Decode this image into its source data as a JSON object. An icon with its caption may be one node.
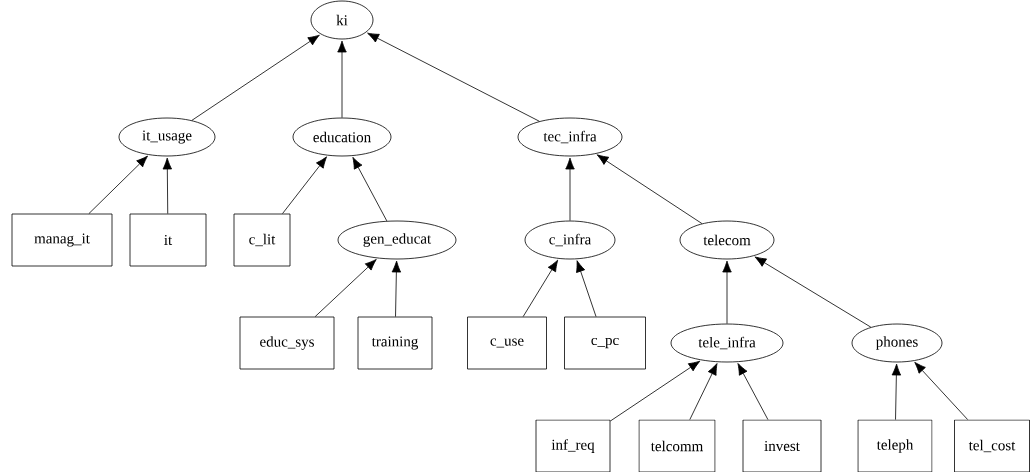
{
  "diagram": {
    "nodes": [
      {
        "text": [
          "ki"
        ]
      },
      {
        "text": [
          "it_usage"
        ]
      },
      {
        "text": [
          "education"
        ]
      },
      {
        "text": [
          "tec_infra"
        ]
      },
      {
        "text": [
          "manag_it"
        ]
      },
      {
        "text": [
          "it"
        ]
      },
      {
        "text": [
          "c_lit"
        ]
      },
      {
        "text": [
          "gen_educat"
        ]
      },
      {
        "text": [
          "c_infra"
        ]
      },
      {
        "text": [
          "telecom"
        ]
      },
      {
        "text": [
          "educ_sys"
        ]
      },
      {
        "text": [
          "training"
        ]
      },
      {
        "text": [
          "c_use"
        ]
      },
      {
        "text": [
          "c_pc"
        ]
      },
      {
        "text": [
          "tele_infra"
        ]
      },
      {
        "text": [
          "phones"
        ]
      },
      {
        "text": [
          "inf_req"
        ]
      },
      {
        "text": [
          "telcomm"
        ]
      },
      {
        "text": [
          "invest"
        ]
      },
      {
        "text": [
          "teleph"
        ]
      },
      {
        "text": [
          "tel_cost"
        ]
      }
    ],
    "edges": [
      {
        "from": 1,
        "to": 0,
        "arrow": "to"
      },
      {
        "from": 2,
        "to": 0,
        "arrow": "to"
      },
      {
        "from": 3,
        "to": 0,
        "arrow": "to"
      },
      {
        "from": 4,
        "to": 1,
        "arrow": "to"
      },
      {
        "from": 5,
        "to": 1,
        "arrow": "to"
      },
      {
        "from": 6,
        "to": 2,
        "arrow": "to"
      },
      {
        "from": 7,
        "to": 2,
        "arrow": "to"
      },
      {
        "from": 8,
        "to": 3,
        "arrow": "to"
      },
      {
        "from": 9,
        "to": 3,
        "arrow": "to"
      },
      {
        "from": 10,
        "to": 7,
        "arrow": "to"
      },
      {
        "from": 11,
        "to": 7,
        "arrow": "to"
      },
      {
        "from": 12,
        "to": 8,
        "arrow": "to"
      },
      {
        "from": 13,
        "to": 8,
        "arrow": "to"
      },
      {
        "from": 14,
        "to": 9,
        "arrow": "to"
      },
      {
        "from": 15,
        "to": 9,
        "arrow": "to"
      },
      {
        "from": 16,
        "to": 14,
        "arrow": "to"
      },
      {
        "from": 17,
        "to": 14,
        "arrow": "to"
      },
      {
        "from": 18,
        "to": 14,
        "arrow": "to"
      },
      {
        "from": 19,
        "to": 15,
        "arrow": "to"
      },
      {
        "from": 20,
        "to": 15,
        "arrow": "to"
      }
    ]
  }
}
